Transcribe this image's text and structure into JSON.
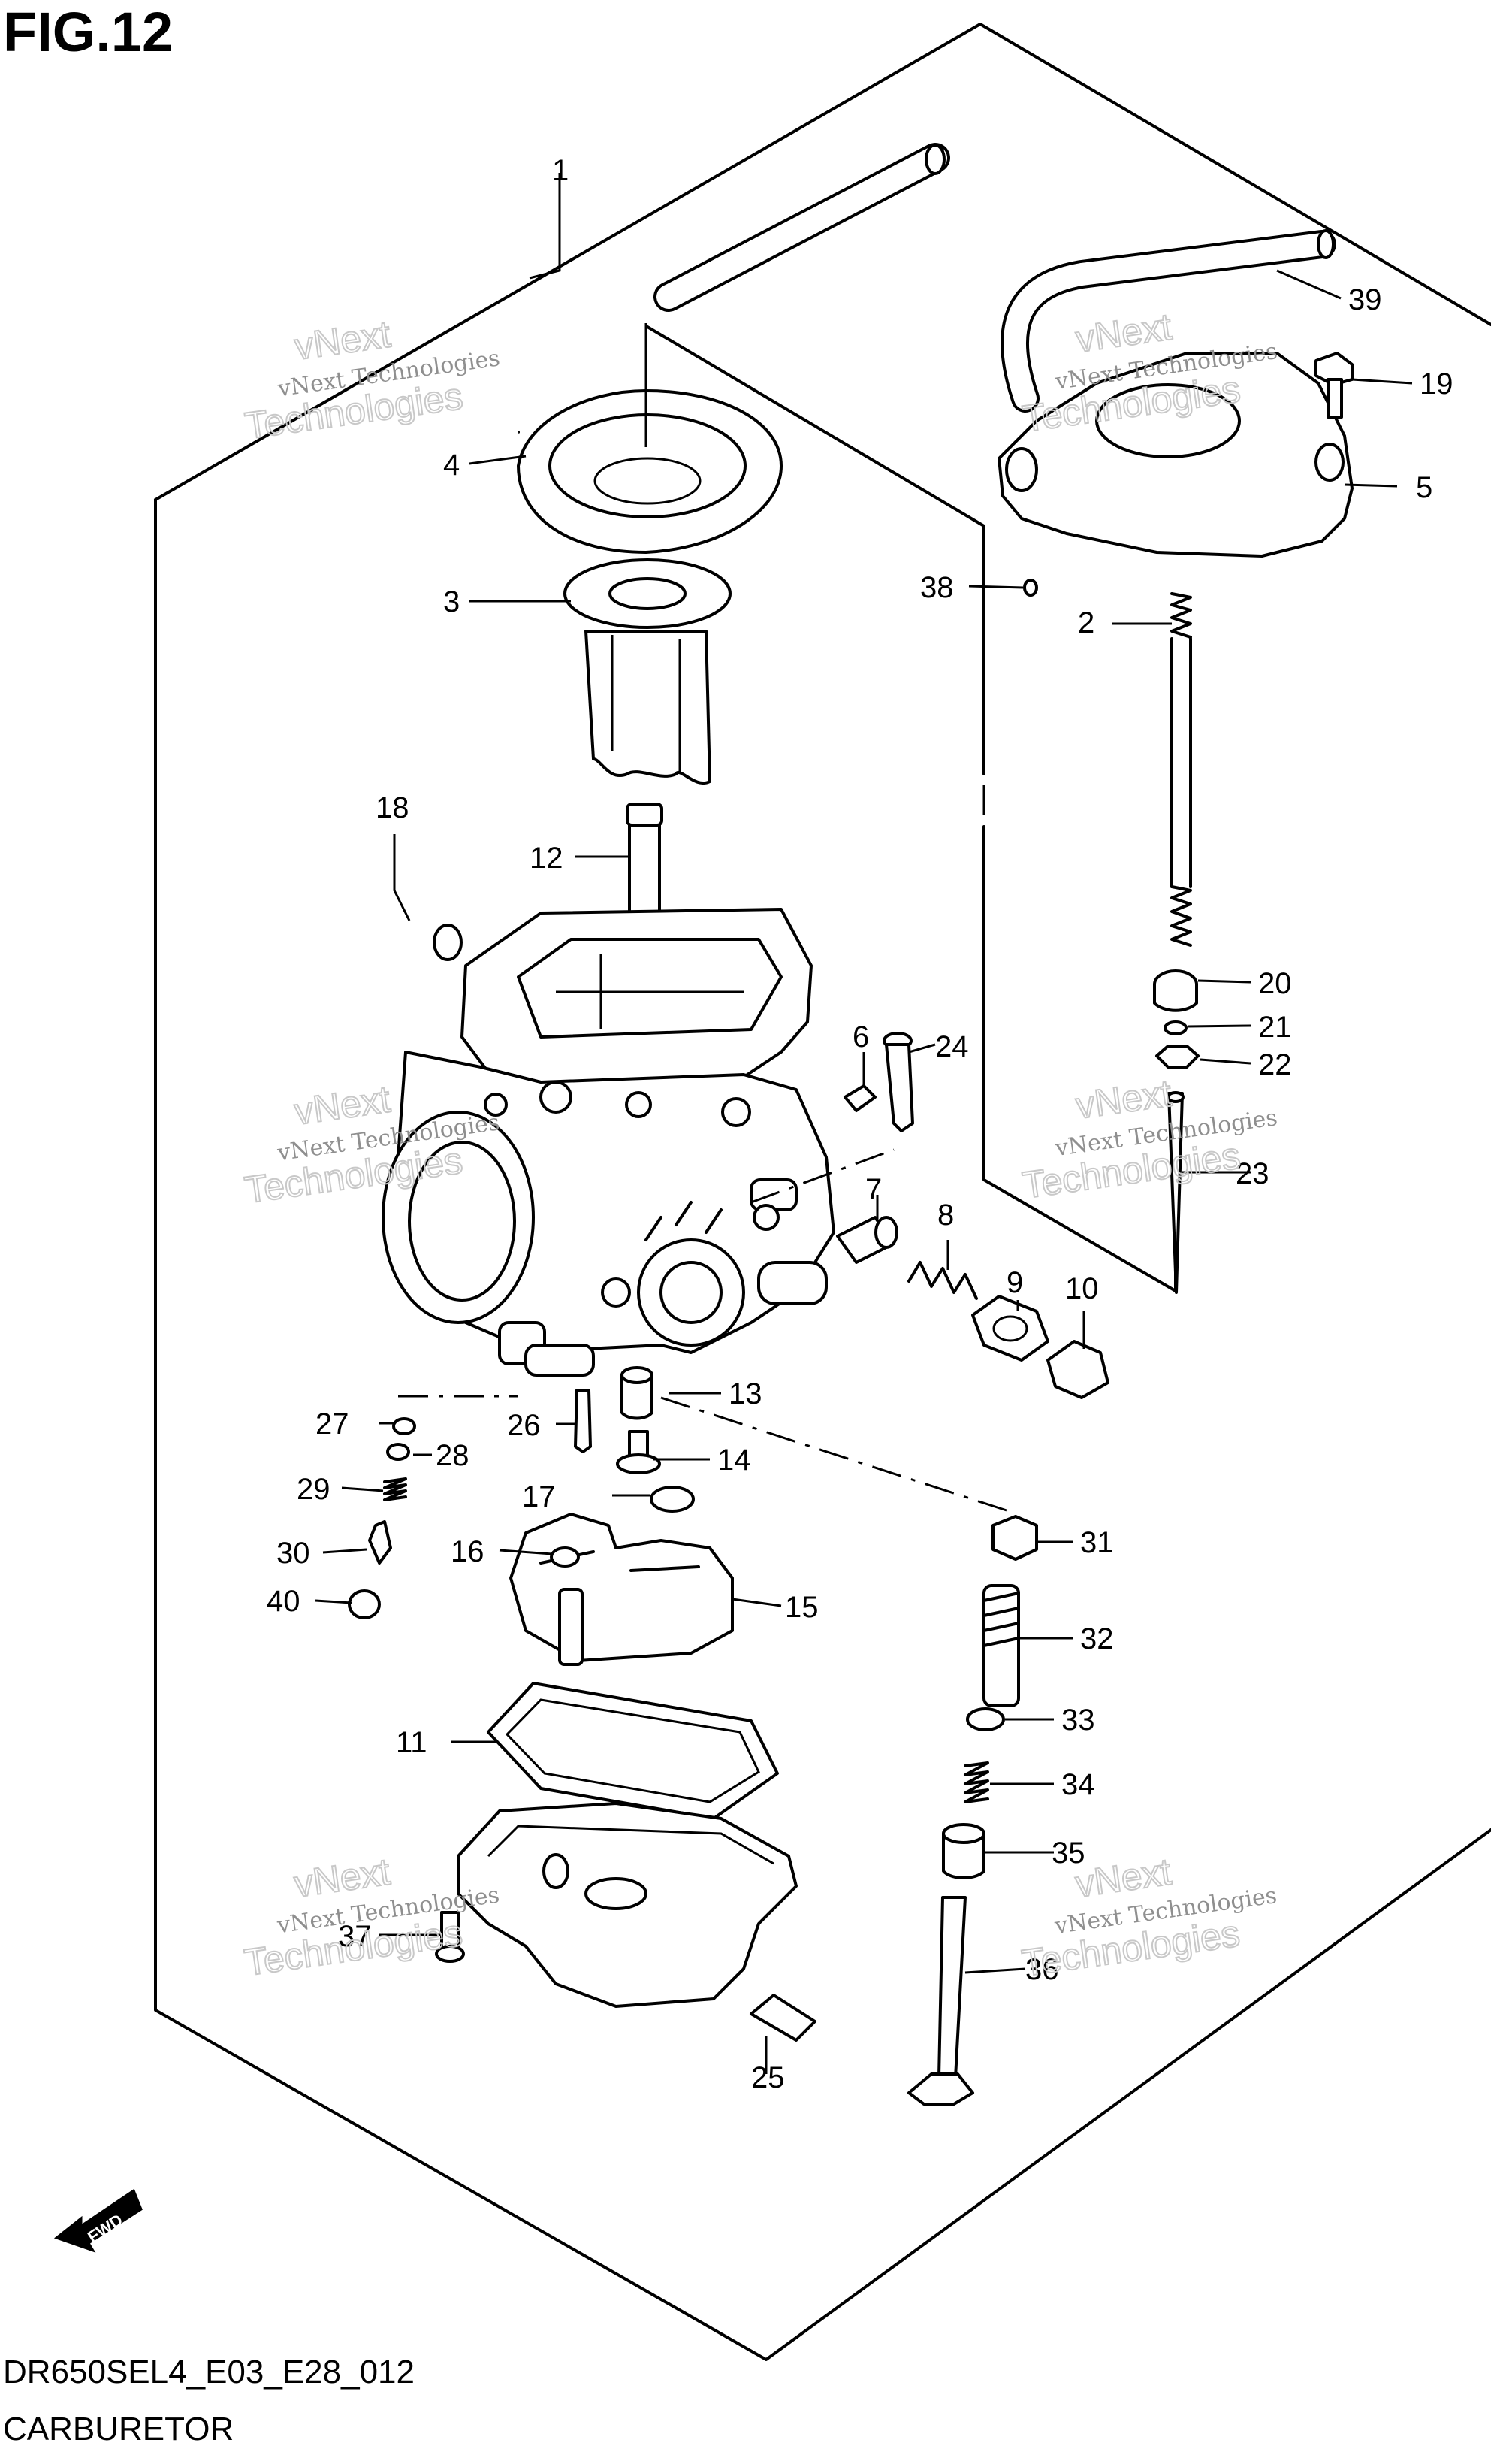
{
  "figure_title": "FIG.12",
  "diagram_code": "DR650SEL4_E03_E28_012",
  "diagram_name": "CARBURETOR",
  "watermark": {
    "line1": "vNext Technologies",
    "line2": "Technologies",
    "ghost": "vNext"
  },
  "fwd_label": "FWD",
  "callouts": [
    "1",
    "2",
    "3",
    "4",
    "5",
    "6",
    "7",
    "8",
    "9",
    "10",
    "11",
    "12",
    "13",
    "14",
    "15",
    "16",
    "17",
    "18",
    "19",
    "20",
    "21",
    "22",
    "23",
    "24",
    "25",
    "26",
    "27",
    "28",
    "29",
    "30",
    "31",
    "32",
    "33",
    "34",
    "35",
    "36",
    "37",
    "38",
    "39",
    "40"
  ]
}
